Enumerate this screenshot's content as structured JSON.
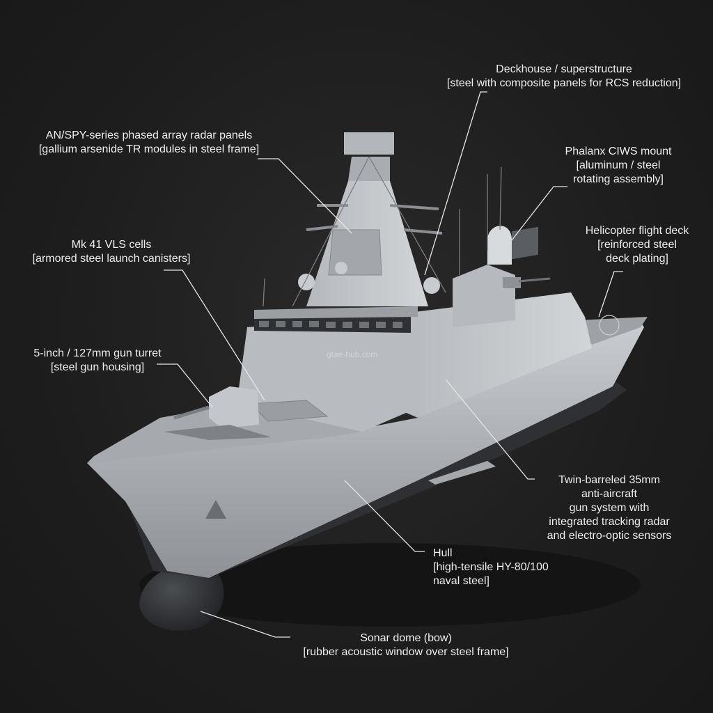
{
  "watermark": "gtae-hub.com",
  "colors": {
    "background": "#1f1f1f",
    "hull": "#b9bcc0",
    "hull_dark": "#8d9196",
    "deck": "#a5a8ac",
    "superstructure": "#c4c7cb",
    "sonar_dome": "#2b2d30",
    "leader_line": "#e6e6e6",
    "text": "#eeeeee"
  },
  "callouts": {
    "deckhouse": {
      "line1": "Deckhouse / superstructure",
      "line2": "[steel with composite panels for RCS reduction]"
    },
    "radar": {
      "line1": "AN/SPY-series phased array radar panels",
      "line2": "[gallium arsenide TR modules in steel frame]"
    },
    "ciws": {
      "line1": "Phalanx CIWS mount",
      "line2": "[aluminum / steel",
      "line3": "rotating assembly]"
    },
    "heli": {
      "line1": "Helicopter flight deck",
      "line2": "[reinforced steel",
      "line3": "deck plating]"
    },
    "vls": {
      "line1": "Mk 41 VLS cells",
      "line2": "[armored steel launch canisters]"
    },
    "gun": {
      "line1": "5-inch / 127mm gun turret",
      "line2": "[steel gun housing]"
    },
    "twin": {
      "line1": "Twin-barreled 35mm",
      "line2": "anti-aircraft",
      "line3": "gun system with",
      "line4": "integrated tracking radar",
      "line5": "and electro-optic sensors"
    },
    "hull": {
      "line1": "Hull",
      "line2": "[high-tensile HY-80/100",
      "line3": "naval steel]"
    },
    "sonar": {
      "line1": "Sonar dome (bow)",
      "line2": "[rubber acoustic window over steel frame]"
    }
  }
}
